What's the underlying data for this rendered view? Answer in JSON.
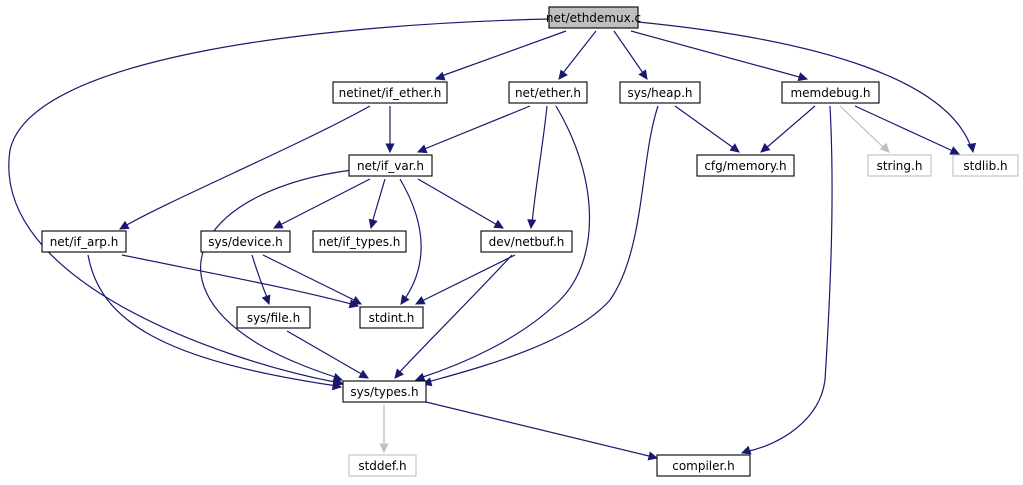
{
  "colors": {
    "background": "#ffffff",
    "edge": "#191970",
    "edge_muted": "#bfbfbf",
    "node_border": "#000000",
    "node_border_muted": "#bfbfbf",
    "root_fill": "#bfbfbf",
    "node_fill": "#ffffff"
  },
  "nodes": [
    {
      "id": "ethdemux_c",
      "label": "net/ethdemux.c",
      "kind": "root"
    },
    {
      "id": "if_ether_h",
      "label": "netinet/if_ether.h",
      "kind": "documented"
    },
    {
      "id": "ether_h",
      "label": "net/ether.h",
      "kind": "documented"
    },
    {
      "id": "heap_h",
      "label": "sys/heap.h",
      "kind": "documented"
    },
    {
      "id": "memdebug_h",
      "label": "memdebug.h",
      "kind": "documented"
    },
    {
      "id": "if_var_h",
      "label": "net/if_var.h",
      "kind": "documented"
    },
    {
      "id": "memory_h",
      "label": "cfg/memory.h",
      "kind": "documented"
    },
    {
      "id": "string_h",
      "label": "string.h",
      "kind": "external"
    },
    {
      "id": "stdlib_h",
      "label": "stdlib.h",
      "kind": "external"
    },
    {
      "id": "if_arp_h",
      "label": "net/if_arp.h",
      "kind": "documented"
    },
    {
      "id": "device_h",
      "label": "sys/device.h",
      "kind": "documented"
    },
    {
      "id": "if_types_h",
      "label": "net/if_types.h",
      "kind": "documented"
    },
    {
      "id": "netbuf_h",
      "label": "dev/netbuf.h",
      "kind": "documented"
    },
    {
      "id": "file_h",
      "label": "sys/file.h",
      "kind": "documented"
    },
    {
      "id": "stdint_h",
      "label": "stdint.h",
      "kind": "documented"
    },
    {
      "id": "types_h",
      "label": "sys/types.h",
      "kind": "documented"
    },
    {
      "id": "stddef_h",
      "label": "stddef.h",
      "kind": "external"
    },
    {
      "id": "compiler_h",
      "label": "compiler.h",
      "kind": "documented"
    }
  ],
  "edges": [
    {
      "from": "ethdemux_c",
      "to": "if_ether_h"
    },
    {
      "from": "ethdemux_c",
      "to": "ether_h"
    },
    {
      "from": "ethdemux_c",
      "to": "heap_h"
    },
    {
      "from": "ethdemux_c",
      "to": "memdebug_h"
    },
    {
      "from": "ethdemux_c",
      "to": "stdlib_h"
    },
    {
      "from": "ethdemux_c",
      "to": "types_h"
    },
    {
      "from": "if_ether_h",
      "to": "if_var_h"
    },
    {
      "from": "if_ether_h",
      "to": "if_arp_h"
    },
    {
      "from": "ether_h",
      "to": "if_var_h"
    },
    {
      "from": "ether_h",
      "to": "netbuf_h"
    },
    {
      "from": "ether_h",
      "to": "types_h"
    },
    {
      "from": "heap_h",
      "to": "memory_h"
    },
    {
      "from": "heap_h",
      "to": "types_h"
    },
    {
      "from": "memdebug_h",
      "to": "memory_h"
    },
    {
      "from": "memdebug_h",
      "to": "string_h"
    },
    {
      "from": "memdebug_h",
      "to": "stdlib_h"
    },
    {
      "from": "memdebug_h",
      "to": "compiler_h"
    },
    {
      "from": "if_var_h",
      "to": "device_h"
    },
    {
      "from": "if_var_h",
      "to": "if_types_h"
    },
    {
      "from": "if_var_h",
      "to": "netbuf_h"
    },
    {
      "from": "if_var_h",
      "to": "stdint_h"
    },
    {
      "from": "if_var_h",
      "to": "types_h"
    },
    {
      "from": "if_arp_h",
      "to": "stdint_h"
    },
    {
      "from": "if_arp_h",
      "to": "types_h"
    },
    {
      "from": "device_h",
      "to": "file_h"
    },
    {
      "from": "device_h",
      "to": "stdint_h"
    },
    {
      "from": "netbuf_h",
      "to": "stdint_h"
    },
    {
      "from": "netbuf_h",
      "to": "types_h"
    },
    {
      "from": "file_h",
      "to": "types_h"
    },
    {
      "from": "types_h",
      "to": "stddef_h"
    },
    {
      "from": "types_h",
      "to": "compiler_h"
    }
  ]
}
